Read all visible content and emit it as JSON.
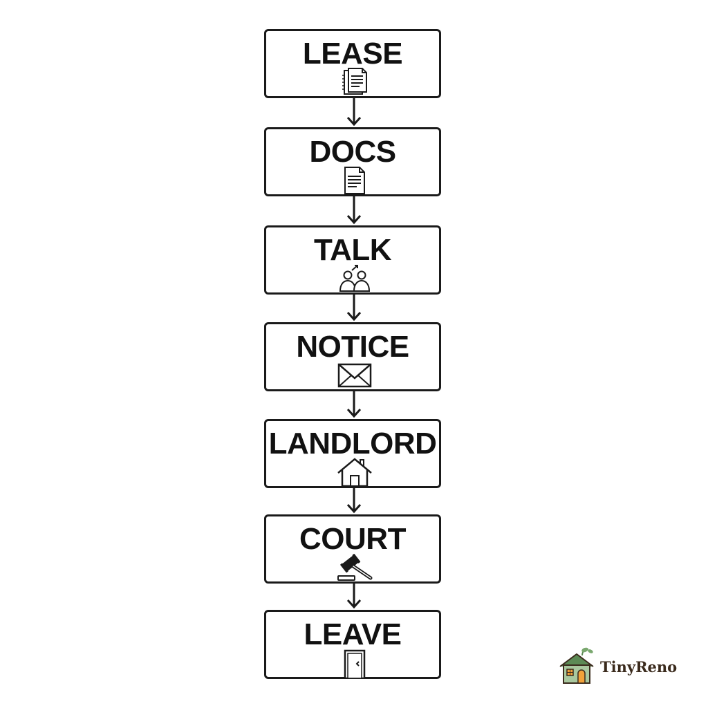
{
  "diagram": {
    "steps": [
      {
        "label": "LEASE",
        "icon": "document-stack-icon"
      },
      {
        "label": "DOCS",
        "icon": "document-icon"
      },
      {
        "label": "TALK",
        "icon": "two-people-talking-icon"
      },
      {
        "label": "NOTICE",
        "icon": "envelope-icon"
      },
      {
        "label": "LANDLORD",
        "icon": "house-icon"
      },
      {
        "label": "COURT",
        "icon": "gavel-icon"
      },
      {
        "label": "LEAVE",
        "icon": "door-icon"
      }
    ],
    "colors": {
      "stroke": "#1a1a1a",
      "background": "#ffffff"
    }
  },
  "brand": {
    "name": "TinyReno",
    "logo_icon": "house-logo-icon",
    "colors": {
      "house": "#8fb58a",
      "roof": "#5c8a55",
      "text": "#3a2a1c",
      "window": "#f2a23a"
    }
  }
}
